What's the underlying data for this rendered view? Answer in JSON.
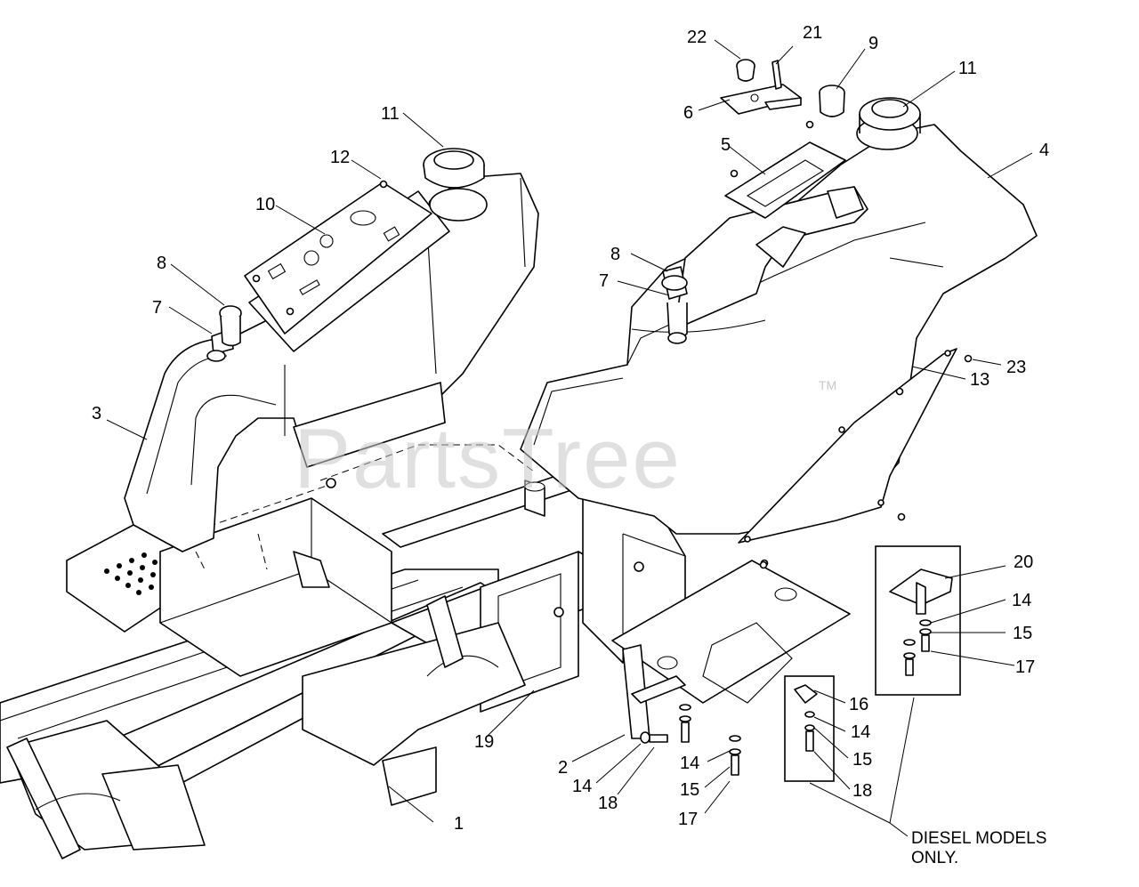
{
  "watermark": {
    "text": "PartsTree",
    "tm": "TM"
  },
  "callouts": [
    {
      "id": "c1",
      "text": "1"
    },
    {
      "id": "c2",
      "text": "2"
    },
    {
      "id": "c3",
      "text": "3"
    },
    {
      "id": "c4",
      "text": "4"
    },
    {
      "id": "c5",
      "text": "5"
    },
    {
      "id": "c6",
      "text": "6"
    },
    {
      "id": "c7a",
      "text": "7"
    },
    {
      "id": "c7b",
      "text": "7"
    },
    {
      "id": "c8a",
      "text": "8"
    },
    {
      "id": "c8b",
      "text": "8"
    },
    {
      "id": "c9",
      "text": "9"
    },
    {
      "id": "c10",
      "text": "10"
    },
    {
      "id": "c11a",
      "text": "11"
    },
    {
      "id": "c11b",
      "text": "11"
    },
    {
      "id": "c12",
      "text": "12"
    },
    {
      "id": "c13",
      "text": "13"
    },
    {
      "id": "c14a",
      "text": "14"
    },
    {
      "id": "c14b",
      "text": "14"
    },
    {
      "id": "c14c",
      "text": "14"
    },
    {
      "id": "c14d",
      "text": "14"
    },
    {
      "id": "c15a",
      "text": "15"
    },
    {
      "id": "c15b",
      "text": "15"
    },
    {
      "id": "c15c",
      "text": "15"
    },
    {
      "id": "c16",
      "text": "16"
    },
    {
      "id": "c17a",
      "text": "17"
    },
    {
      "id": "c17b",
      "text": "17"
    },
    {
      "id": "c18a",
      "text": "18"
    },
    {
      "id": "c18b",
      "text": "18"
    },
    {
      "id": "c19",
      "text": "19"
    },
    {
      "id": "c20",
      "text": "20"
    },
    {
      "id": "c21",
      "text": "21"
    },
    {
      "id": "c22",
      "text": "22"
    },
    {
      "id": "c23",
      "text": "23"
    }
  ],
  "note": {
    "line1": "DIESEL MODELS",
    "line2": "ONLY."
  }
}
